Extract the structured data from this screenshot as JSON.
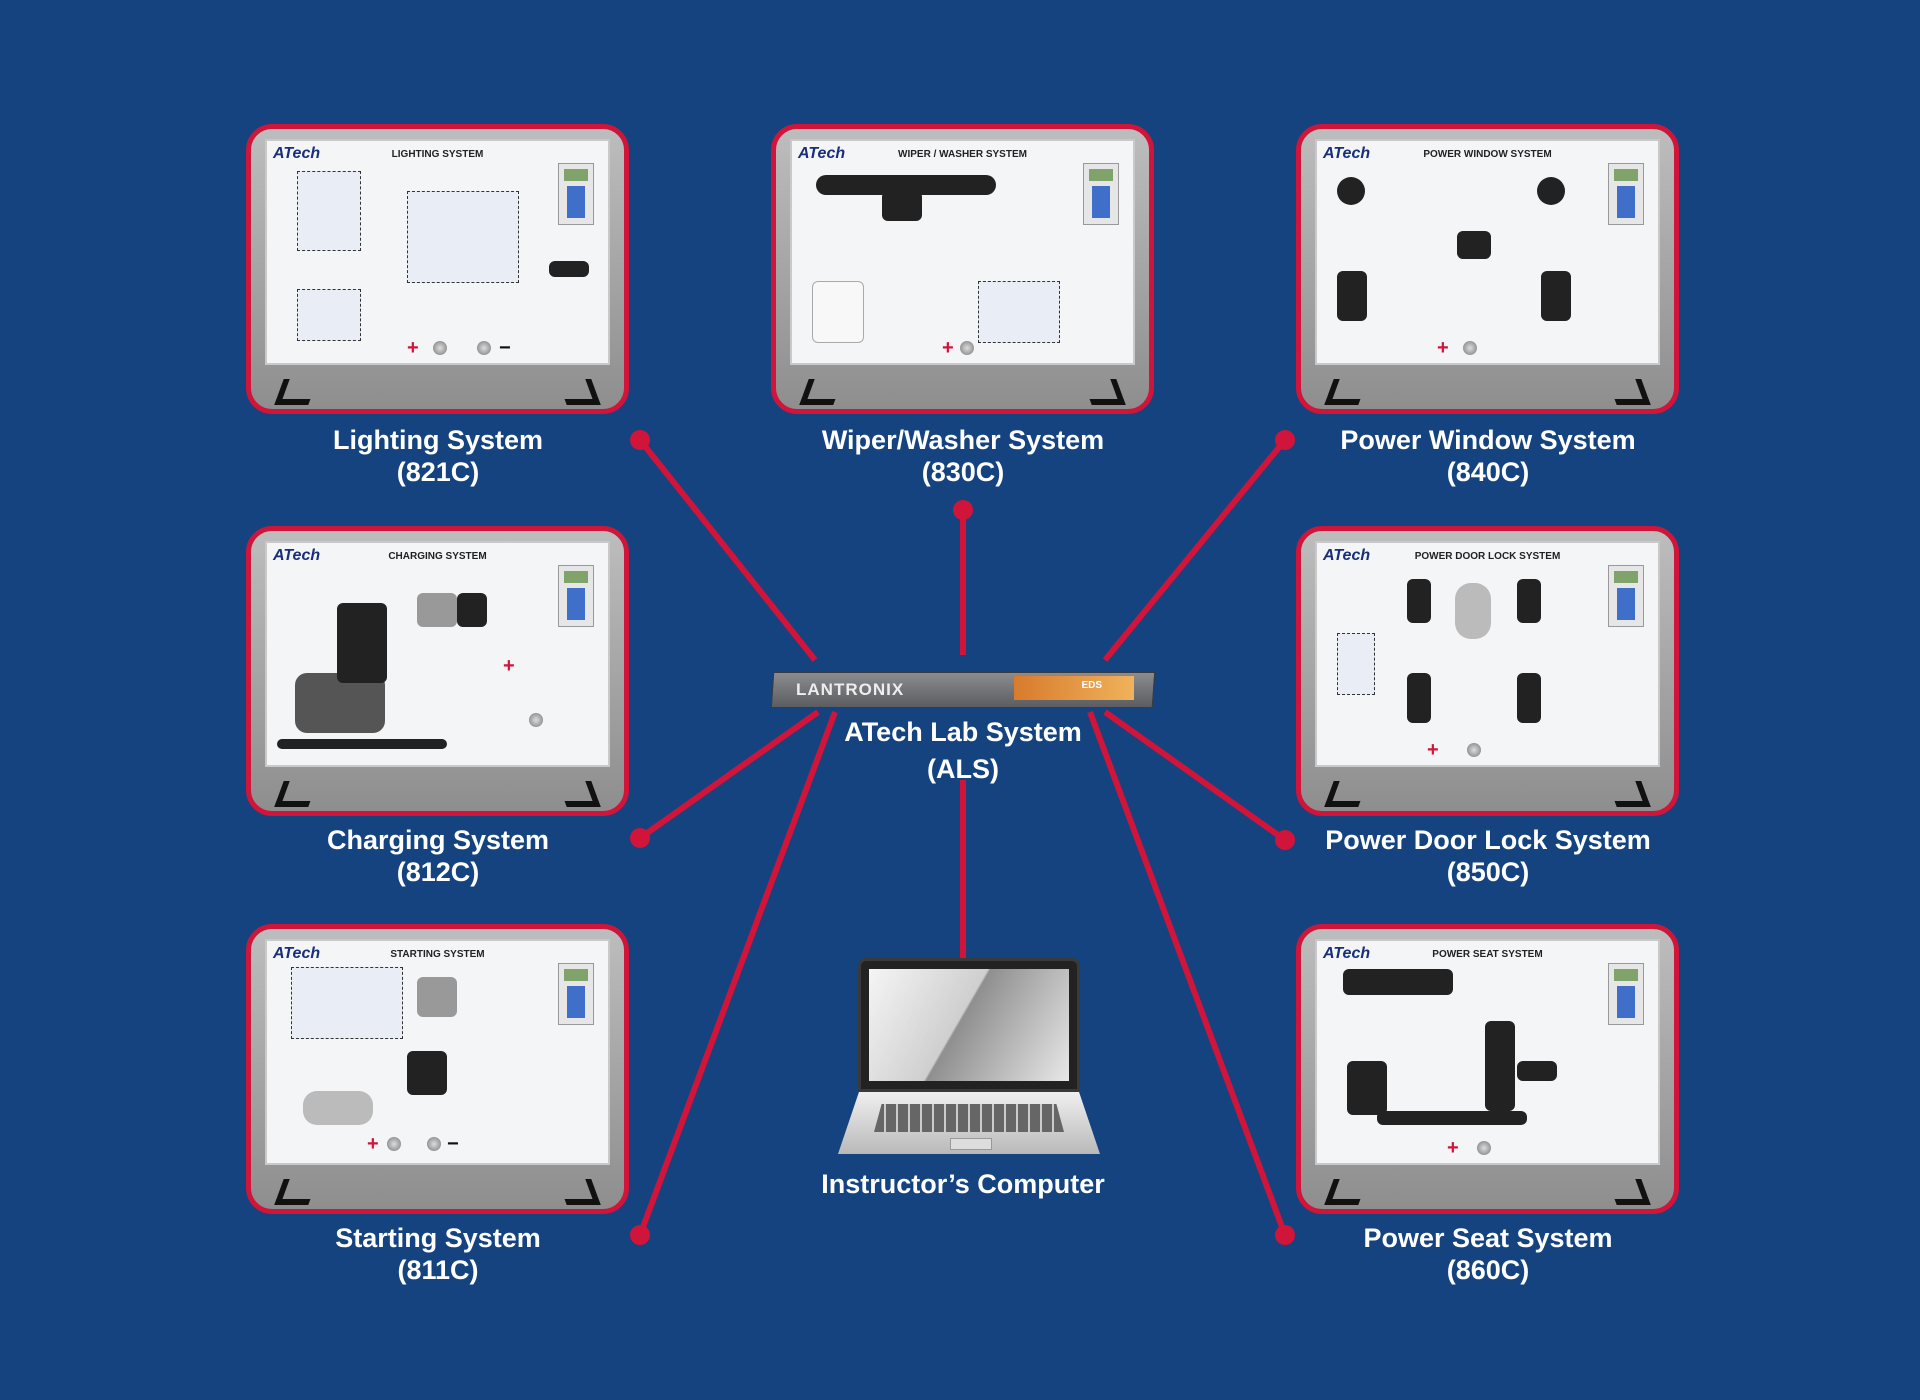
{
  "hub": {
    "device_brand": "LANTRONIX",
    "device_model": "EDS",
    "name": "ATech Lab System",
    "code": "(ALS)"
  },
  "computer": {
    "label": "Instructor’s Computer"
  },
  "panels": [
    {
      "name": "Lighting System",
      "code": "(821C)",
      "board_title": "LIGHTING SYSTEM",
      "logo": "ATech"
    },
    {
      "name": "Wiper/Washer System",
      "code": "(830C)",
      "board_title": "WIPER / WASHER SYSTEM",
      "logo": "ATech"
    },
    {
      "name": "Power Window System",
      "code": "(840C)",
      "board_title": "POWER WINDOW SYSTEM",
      "logo": "ATech"
    },
    {
      "name": "Charging System",
      "code": "(812C)",
      "board_title": "CHARGING SYSTEM",
      "logo": "ATech"
    },
    {
      "name": "Power Door Lock System",
      "code": "(850C)",
      "board_title": "POWER DOOR LOCK SYSTEM",
      "logo": "ATech"
    },
    {
      "name": "Starting System",
      "code": "(811C)",
      "board_title": "STARTING SYSTEM",
      "logo": "ATech"
    },
    {
      "name": "Power Seat System",
      "code": "(860C)",
      "board_title": "POWER SEAT SYSTEM",
      "logo": "ATech"
    }
  ],
  "colors": {
    "background": "#14437f",
    "accent": "#d0143a",
    "text": "#ffffff"
  }
}
